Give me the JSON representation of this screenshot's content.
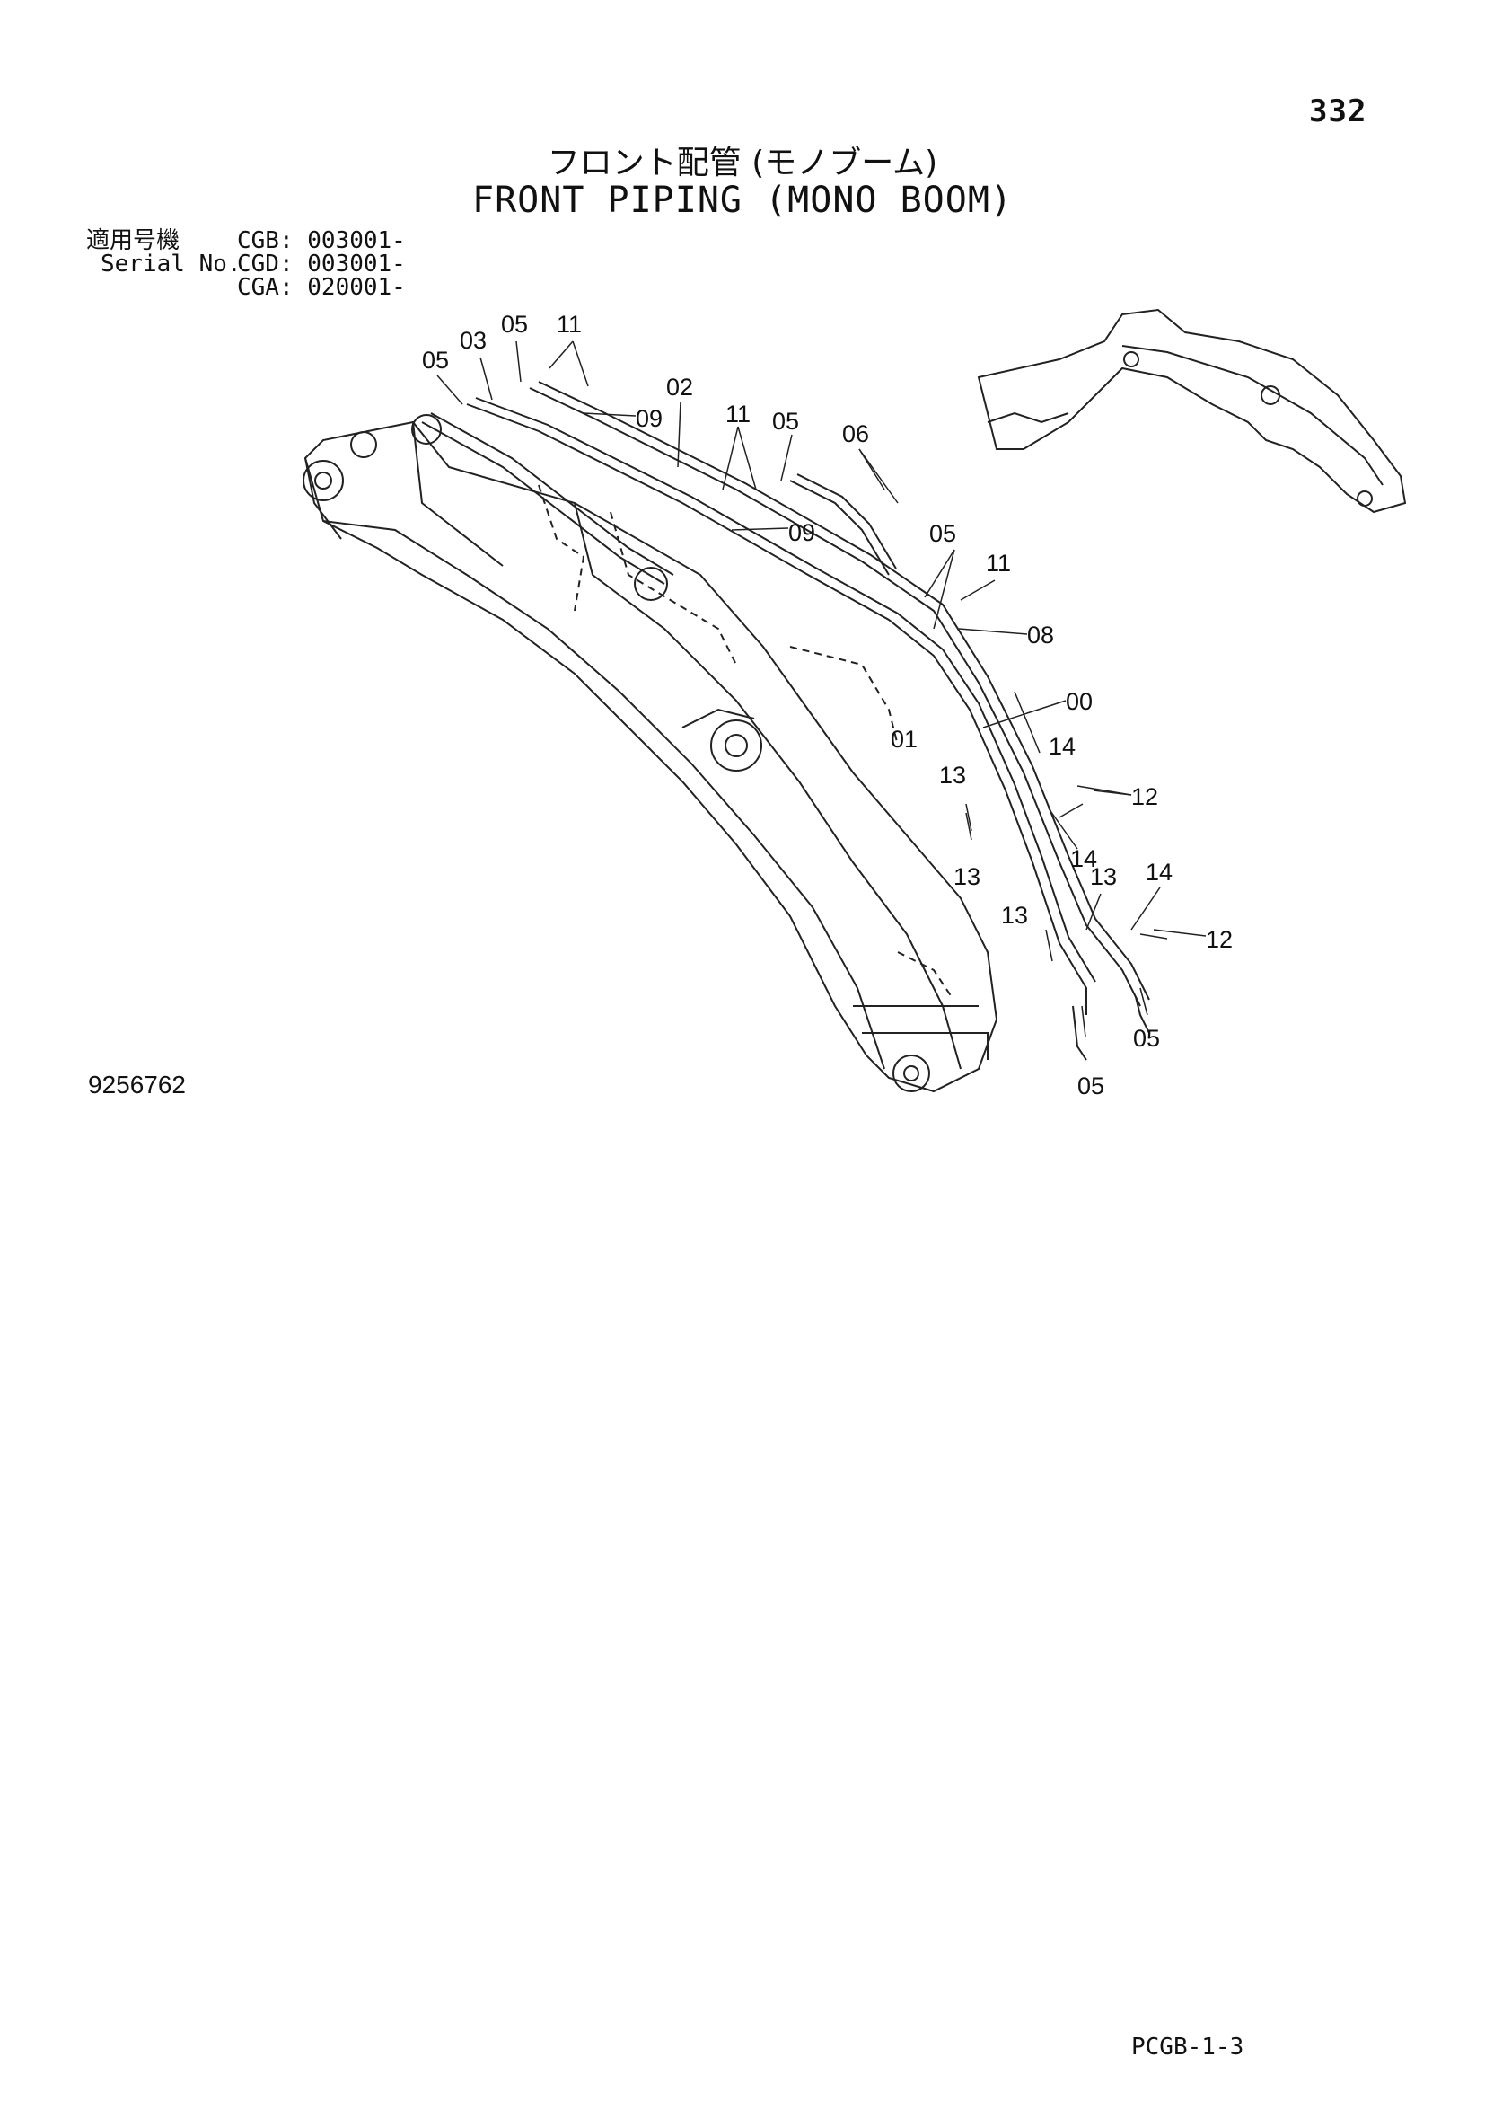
{
  "page_number": "332",
  "title_jp": "フロント配管 (モノブーム)",
  "title_en": "FRONT PIPING (MONO BOOM)",
  "serial": {
    "label_jp": "適用号機",
    "label_en": "Serial No.",
    "rows": [
      "CGB: 003001-",
      "CGD: 003001-",
      "CGA: 020001-"
    ]
  },
  "drawing_number": "9256762",
  "page_code": "PCGB-1-3",
  "callouts": [
    "00",
    "01",
    "02",
    "03",
    "05",
    "05",
    "05",
    "05",
    "05",
    "05",
    "06",
    "08",
    "09",
    "09",
    "11",
    "11",
    "11",
    "12",
    "12",
    "13",
    "13",
    "13",
    "13",
    "14",
    "14",
    "14"
  ]
}
